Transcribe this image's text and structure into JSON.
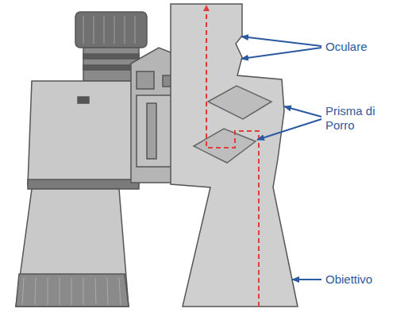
{
  "diagram": {
    "labels": [
      "Oculare",
      "Prisma di Porro",
      "Obiettivo"
    ]
  }
}
